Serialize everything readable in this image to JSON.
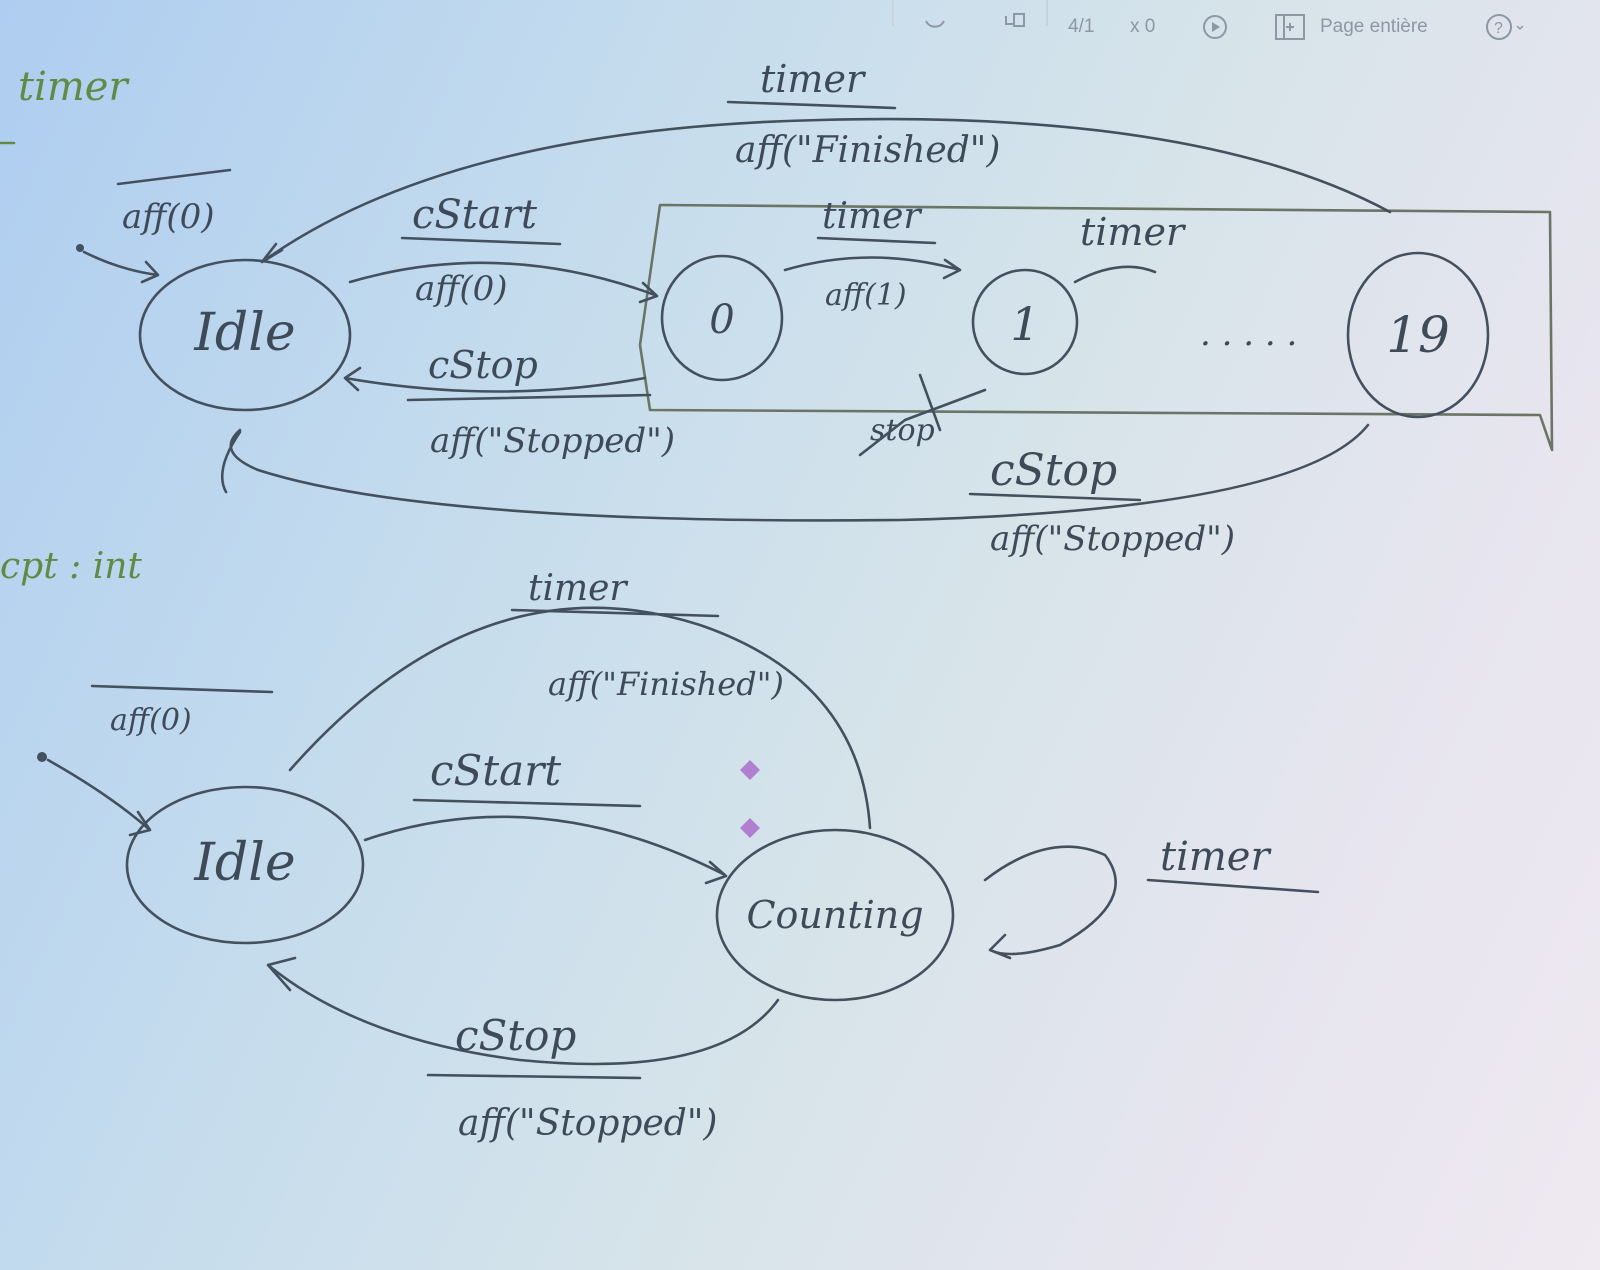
{
  "toolbar": {
    "items": [
      {
        "icon": "refresh-icon"
      },
      {
        "icon": "rotate-icon"
      },
      {
        "text": "4/1"
      },
      {
        "text": "x 0"
      },
      {
        "icon": "play-icon"
      },
      {
        "icon": "fit-page-icon",
        "label": "Page entière"
      },
      {
        "icon": "help-icon"
      }
    ]
  },
  "margin_notes": {
    "top": "timer",
    "middle": "cpt : int"
  },
  "diagram1": {
    "states": [
      "Idle",
      "0",
      "1",
      "19"
    ],
    "dots": ". . . . .",
    "initial_action": "aff(0)",
    "finished_event": "timer",
    "finished_action": "aff(\"Finished\")",
    "start_event": "cStart",
    "start_action": "aff(0)",
    "stop_event": "cStop",
    "stop_action": "aff(\"Stopped\")",
    "tick_event": "timer",
    "tick_action": "aff(1)",
    "tick_event_2": "timer",
    "struck_stop": "stop",
    "group_stop_event": "cStop",
    "group_stop_action": "aff(\"Stopped\")"
  },
  "diagram2": {
    "states": [
      "Idle",
      "Counting"
    ],
    "initial_action": "aff(0)",
    "finished_event": "timer",
    "finished_action": "aff(\"Finished\")",
    "start_event": "cStart",
    "stop_event": "cStop",
    "stop_action": "aff(\"Stopped\")",
    "self_event": "timer"
  },
  "colors": {
    "ink": "#44505e",
    "marker_green": "#5f8b45",
    "marker_purple": "#b07fd0"
  }
}
